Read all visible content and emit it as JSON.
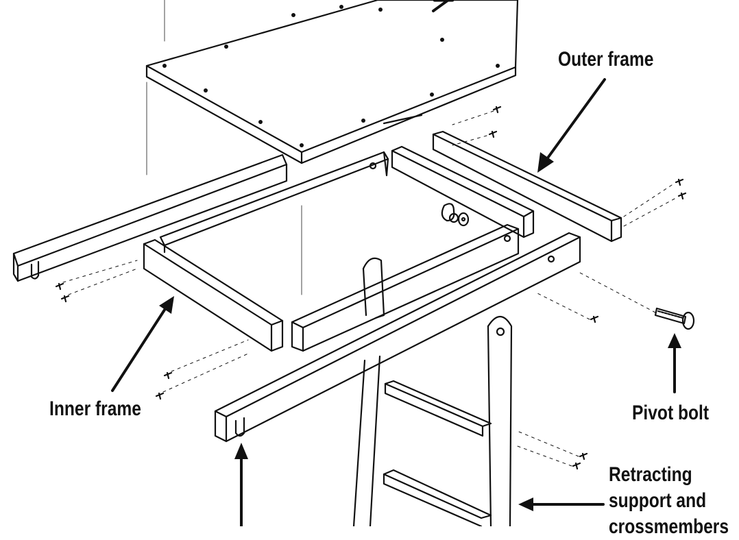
{
  "labels": {
    "outer_frame": "Outer frame",
    "inner_frame": "Inner frame",
    "pivot_bolt": "Pivot bolt",
    "retracting": [
      "Retracting",
      "support and",
      "crossmembers"
    ]
  },
  "colors": {
    "ink": "#111111",
    "paper": "#ffffff"
  }
}
